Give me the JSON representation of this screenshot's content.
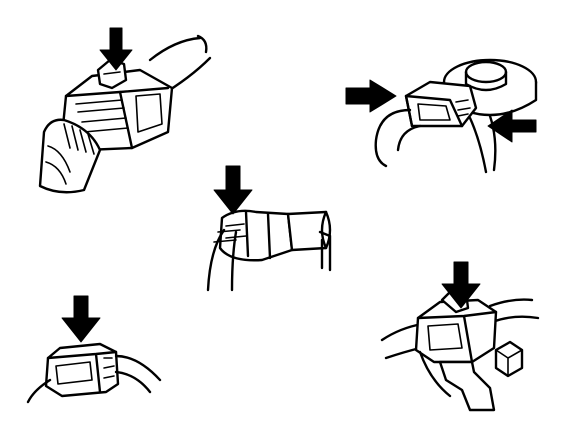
{
  "figure": {
    "background": "#ffffff",
    "line_color": "#000000",
    "panels": [
      {
        "id": "connector-top-left",
        "arrow_direction": "down"
      },
      {
        "id": "connector-knock-sensor",
        "arrow_direction": "pinch-left-right"
      },
      {
        "id": "connector-center-test",
        "arrow_direction": "down"
      },
      {
        "id": "connector-bottom-left",
        "arrow_direction": "down"
      },
      {
        "id": "connector-bottom-right-bracket",
        "arrow_direction": "down"
      }
    ]
  }
}
